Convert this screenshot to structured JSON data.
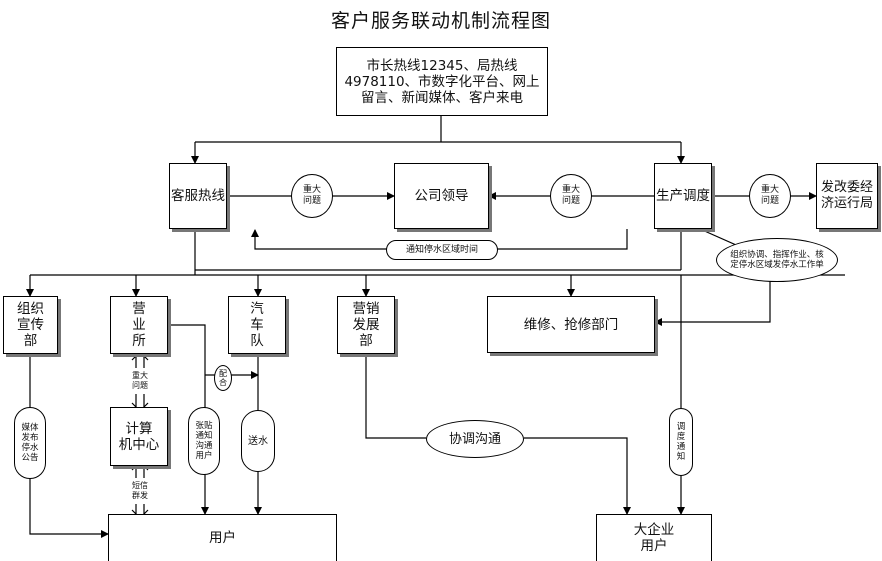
{
  "title": "客户服务联动机制流程图",
  "nodes": {
    "source": "市长热线12345、局热线4978110、市数字化平台、网上留言、新闻媒体、客户来电",
    "hotline": "客服热线",
    "leader": "公司领导",
    "dispatch": "生产调度",
    "ndrc": "发改委经济运行局",
    "org_dept": "组织\n宣传\n部",
    "business_office": "营\n业\n所",
    "fleet": "汽\n车\n队",
    "marketing": "营销\n发展\n部",
    "repair": "维修、抢修部门",
    "computer_center": "计算\n机中心",
    "user": "用户",
    "big_user": "大企业\n用户"
  },
  "labels": {
    "major_left": "重大\n问题",
    "major_mid": "重大\n问题",
    "major_right": "重大\n问题",
    "notify_time": "通知停水区域时间",
    "coordinate": "组织协调、指挥作业、核定停水区域发停水工作单",
    "major_vertical": "重大\n问题",
    "cooperate": "配\n合",
    "post_notice": "张贴\n通知\n沟通\n用户",
    "deliver_water": "送水",
    "media": "媒体\n发布\n停水\n公告",
    "sms": "短信\n群发",
    "coordinate_comm": "协调沟通",
    "dispatch_notice": "调\n度\n通\n知"
  }
}
